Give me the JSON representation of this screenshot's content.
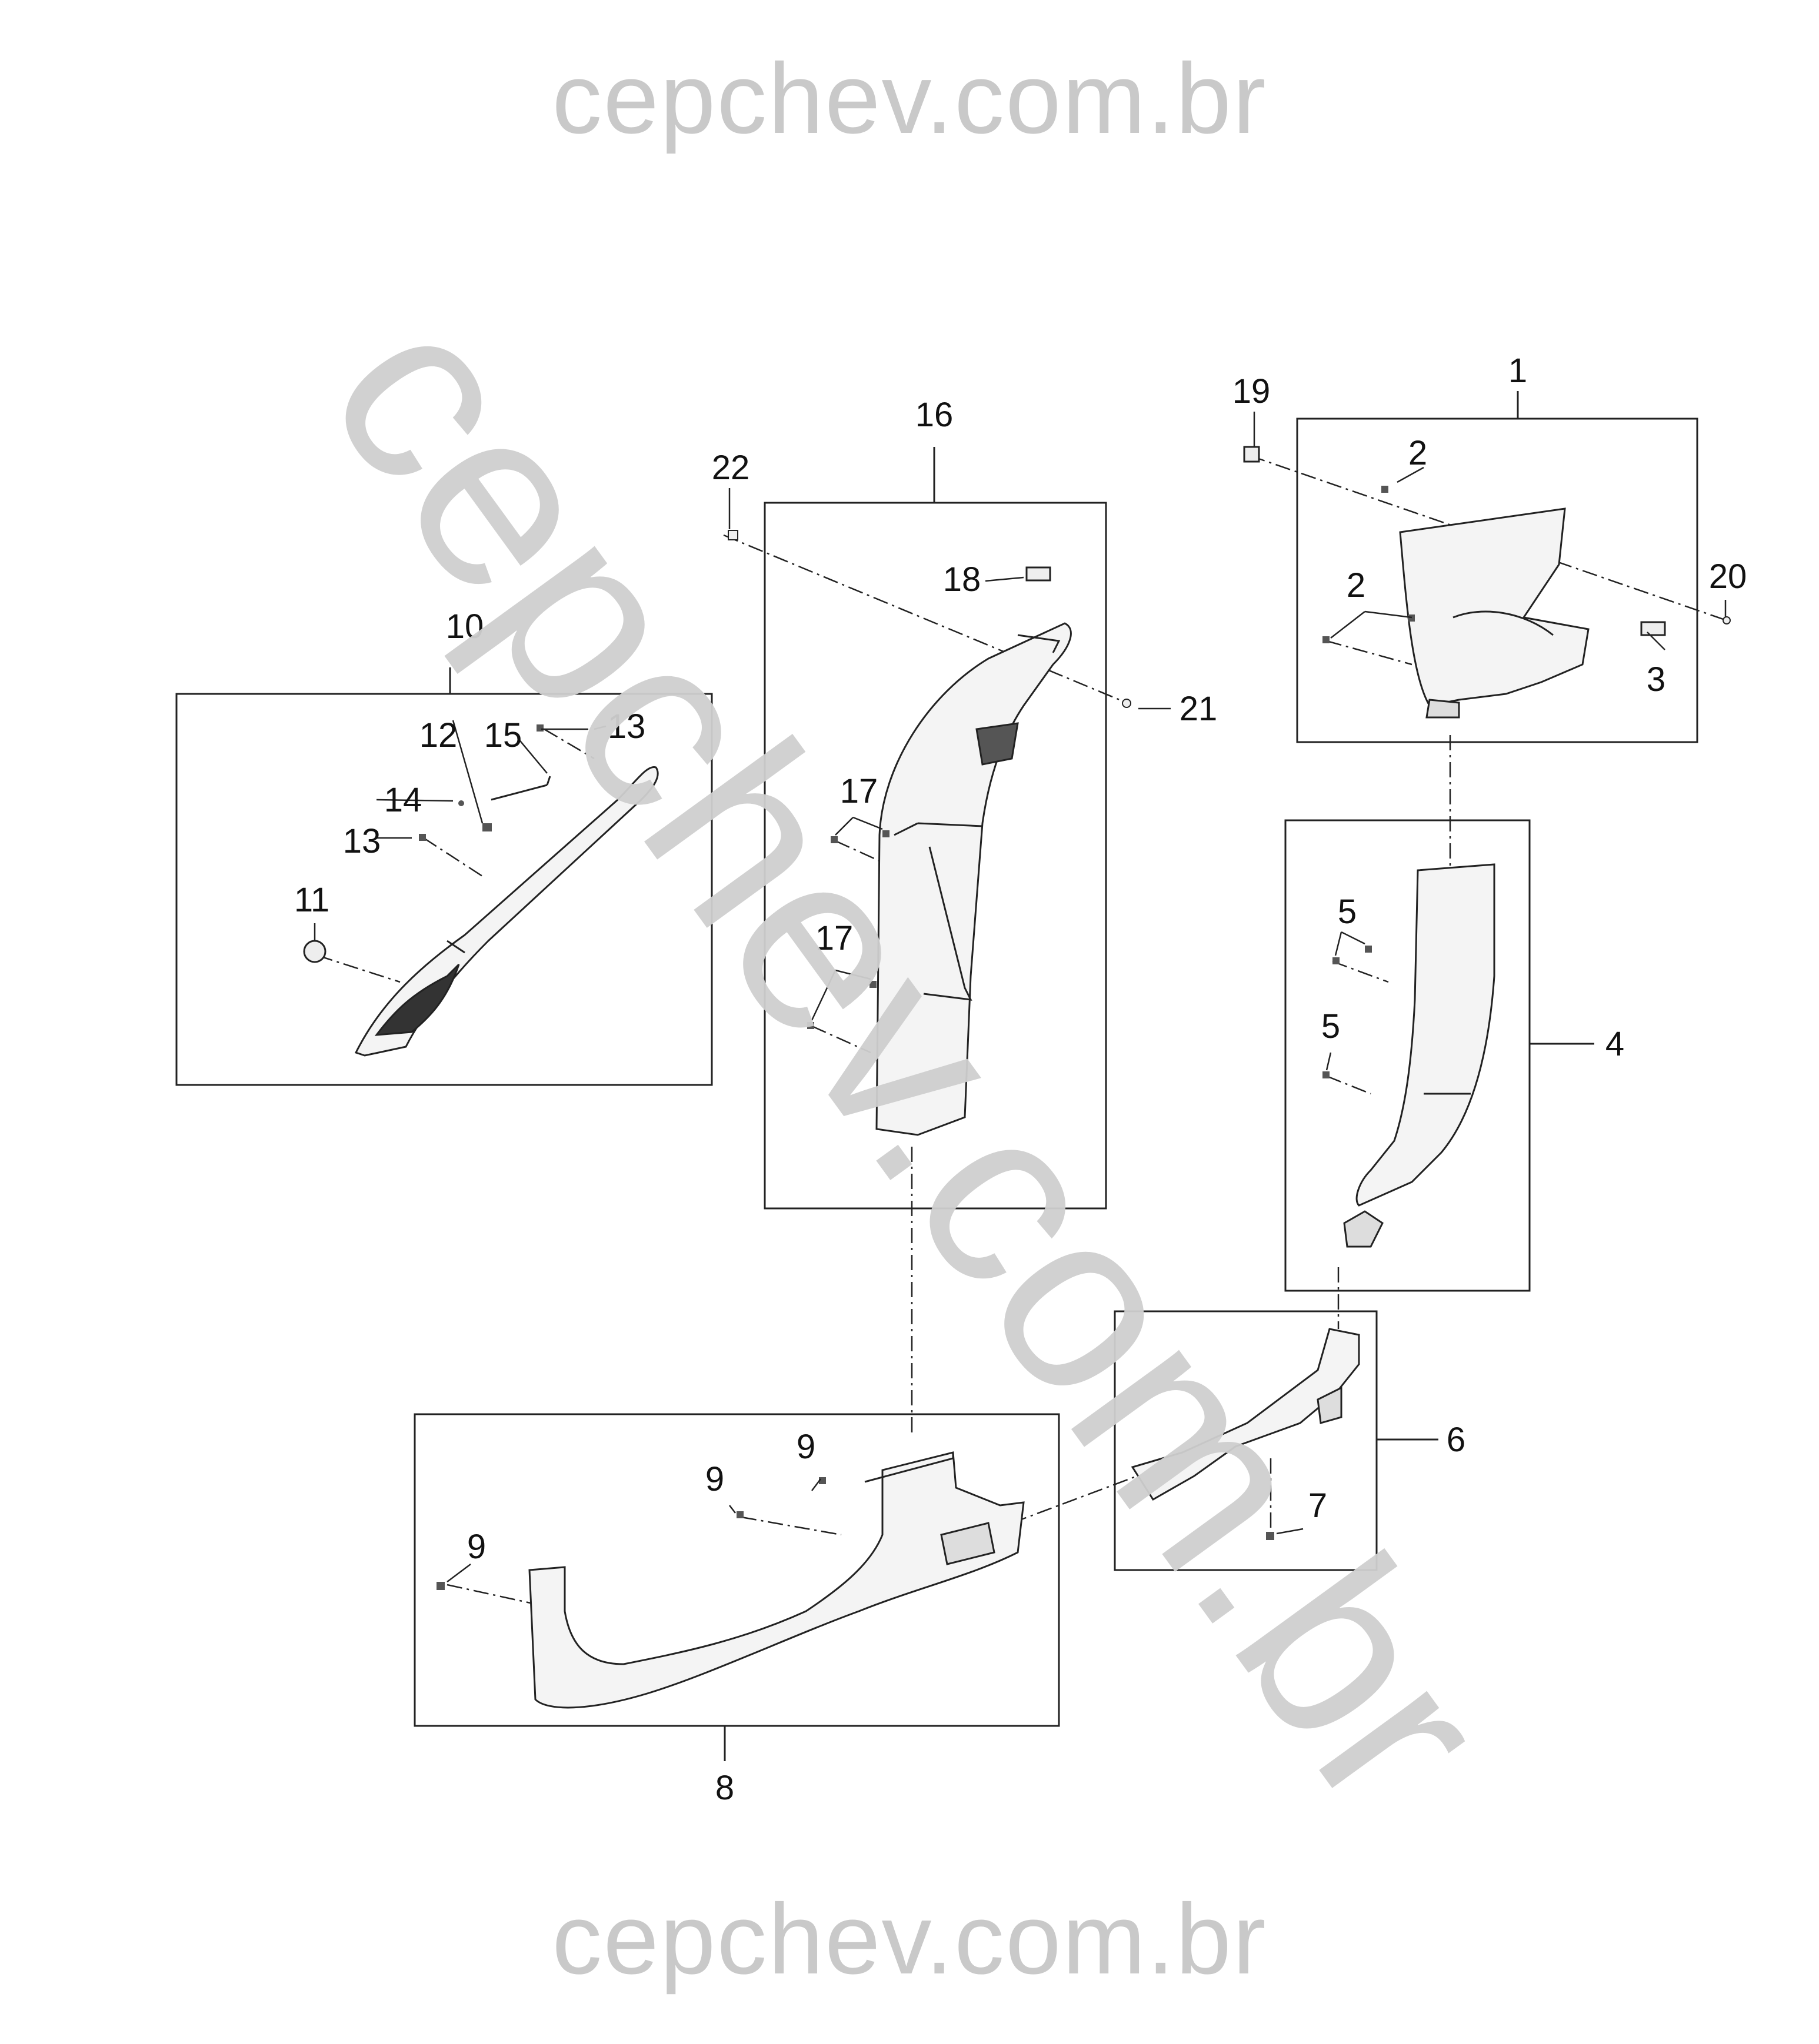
{
  "watermark": {
    "top": "cepchev.com.br",
    "bottom": "cepchev.com.br",
    "diagonal": "cepchev.com.br"
  },
  "callouts": {
    "c1": "1",
    "c2a": "2",
    "c2b": "2",
    "c3": "3",
    "c4": "4",
    "c5a": "5",
    "c5b": "5",
    "c6": "6",
    "c7": "7",
    "c8": "8",
    "c9a": "9",
    "c9b": "9",
    "c9c": "9",
    "c10": "10",
    "c11": "11",
    "c12": "12",
    "c13a": "13",
    "c13b": "13",
    "c14": "14",
    "c15": "15",
    "c16": "16",
    "c17a": "17",
    "c17b": "17",
    "c18": "18",
    "c19": "19",
    "c20": "20",
    "c21": "21",
    "c22": "22"
  },
  "colors": {
    "line": "#222222",
    "part_fill": "#f4f4f4",
    "part_shade": "#d8d8d8",
    "watermark": "#c9c9c9"
  }
}
